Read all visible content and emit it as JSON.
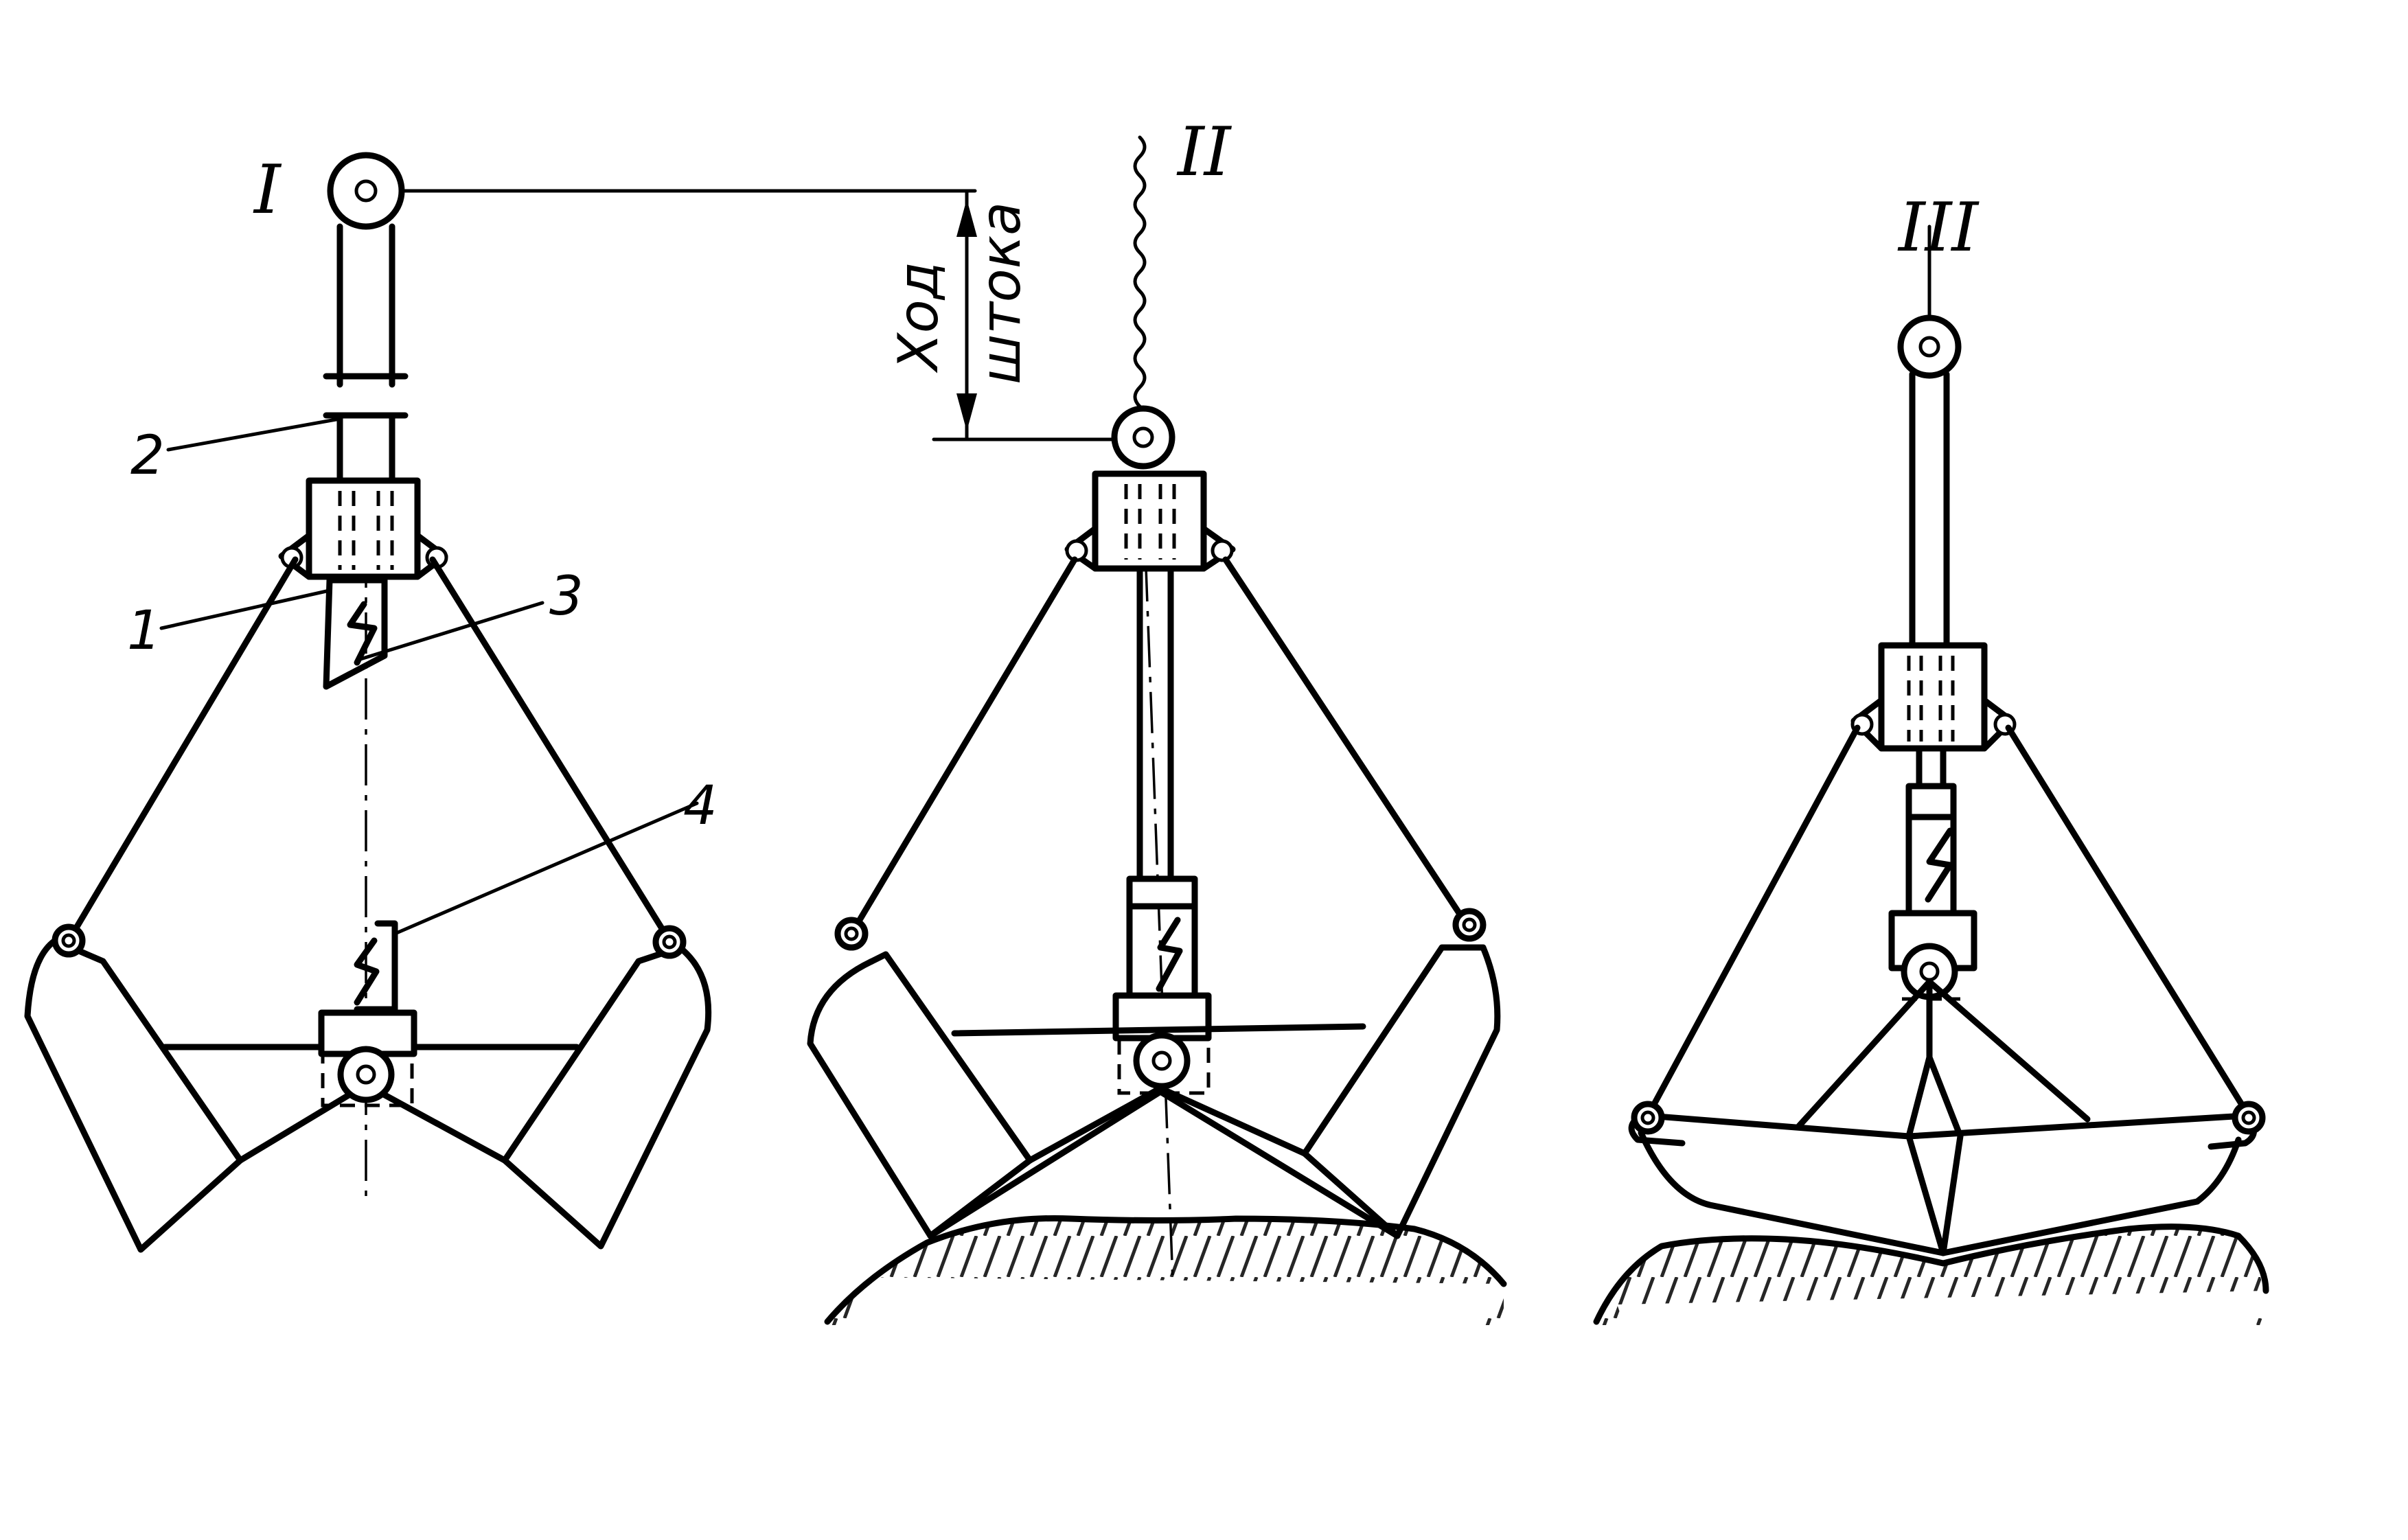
{
  "stage_labels": [
    "I",
    "II",
    "III"
  ],
  "callouts": [
    "1",
    "2",
    "3",
    "4"
  ],
  "stroke_dimension": {
    "line1": "Ход",
    "line2": "штока"
  }
}
